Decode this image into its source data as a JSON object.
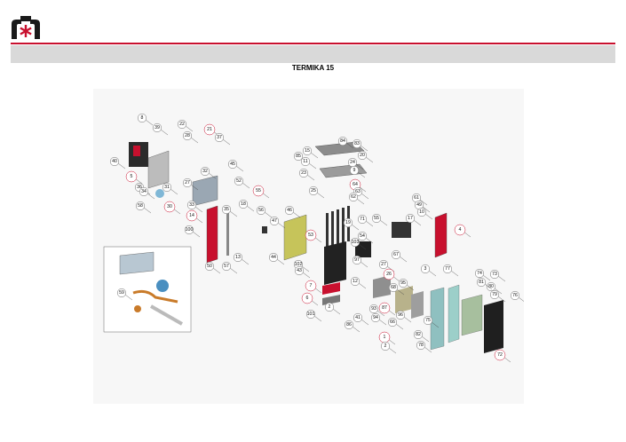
{
  "header": {
    "logo_icon": "company-logo-icon",
    "brand_color": "#c8102e",
    "bar_color": "#d9d9d9"
  },
  "title": "TERMIKA 15",
  "diagram": {
    "callouts": [
      "8",
      "39",
      "22",
      "28",
      "21",
      "37",
      "40",
      "32",
      "45",
      "5",
      "36",
      "27",
      "34",
      "31",
      "58",
      "30",
      "33",
      "52",
      "55",
      "35",
      "18",
      "14",
      "56",
      "100",
      "47",
      "13",
      "44",
      "50",
      "57",
      "59",
      "15",
      "84",
      "83",
      "85",
      "11",
      "20",
      "24",
      "23",
      "9",
      "25",
      "64",
      "63",
      "62",
      "61",
      "49",
      "10",
      "17",
      "46",
      "71",
      "55",
      "19",
      "54",
      "4",
      "53",
      "103",
      "102",
      "43",
      "2",
      "12",
      "97",
      "27",
      "26",
      "67",
      "3",
      "7",
      "6",
      "101",
      "86",
      "41",
      "95",
      "74",
      "73",
      "80",
      "79",
      "77",
      "96",
      "81",
      "93",
      "87",
      "94",
      "66",
      "68",
      "1",
      "2",
      "82",
      "76",
      "75",
      "78",
      "72"
    ]
  }
}
